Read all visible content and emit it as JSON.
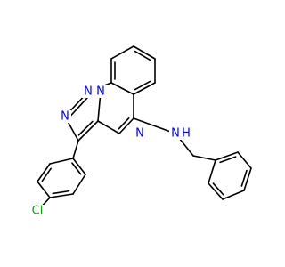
{
  "colors": {
    "background": "#ffffff",
    "bond": "#000000",
    "nitrogen": "#0000ff",
    "chlorine": "#00aa00",
    "carbon_text": "#000000"
  },
  "atoms": {
    "n_triazole_1": "N",
    "n_triazole_2": "N",
    "n_triazole_3": "N",
    "n_pyrimidine": "N",
    "nh_amine": "N",
    "nh_hydrogen": "H",
    "chlorine": "Cl"
  }
}
